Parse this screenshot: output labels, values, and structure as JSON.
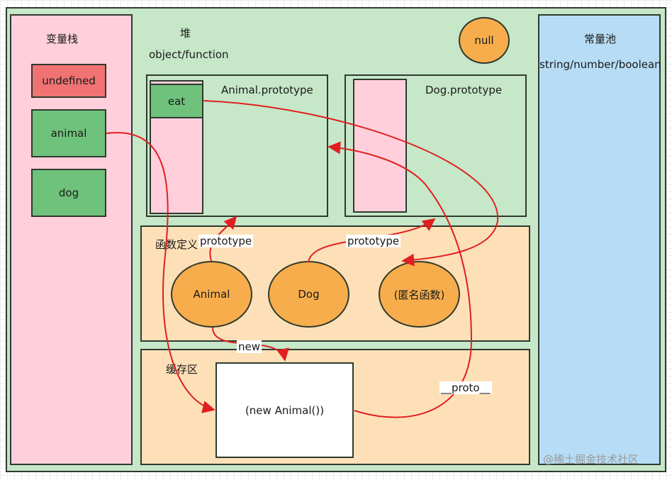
{
  "stack": {
    "title": "变量栈",
    "items": [
      "undefined",
      "animal",
      "dog"
    ]
  },
  "heap": {
    "title": "堆",
    "subtitle": "object/function",
    "null_label": "null",
    "animal_prototype": {
      "title": "Animal.prototype",
      "slot": "eat"
    },
    "dog_prototype": {
      "title": "Dog.prototype"
    }
  },
  "functions": {
    "title": "函数定义",
    "items": [
      "Animal",
      "Dog",
      "(匿名函数)"
    ]
  },
  "cache": {
    "title": "缓存区",
    "instance": "(new Animal())"
  },
  "constants": {
    "title": "常量池",
    "subtitle": "string/number/boolean"
  },
  "edge_labels": {
    "animal_prototype": "prototype",
    "dog_prototype": "prototype",
    "new": "new",
    "proto": "__proto__"
  },
  "colors": {
    "stack_bg": "#ffd0dc",
    "heap_bg": "#c6e7c8",
    "func_bg": "#fde0b8",
    "const_bg": "#b6ddf5",
    "undefined_bg": "#f07272",
    "var_bg": "#6fc27b",
    "oval_bg": "#f7ad4c",
    "arrow": "#e01f1f"
  },
  "watermark": "@稀土掘金技术社区"
}
